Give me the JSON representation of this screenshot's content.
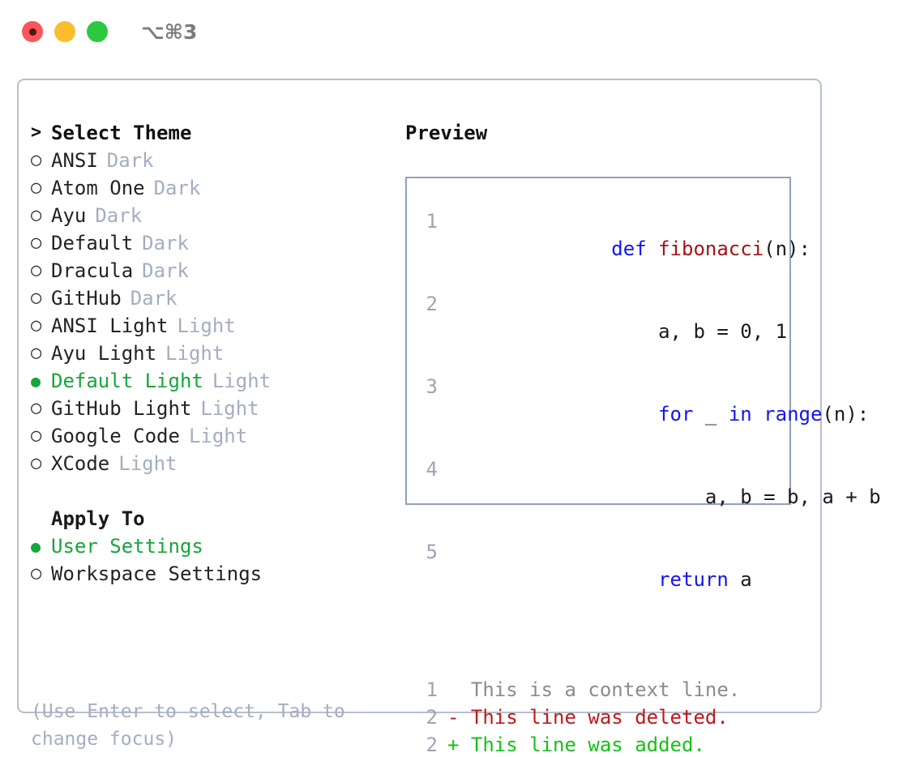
{
  "titlebar": {
    "shortcut": "⌥⌘3",
    "buttons": [
      {
        "name": "close",
        "color": "#f9555a"
      },
      {
        "name": "minimize",
        "color": "#fbbe2e"
      },
      {
        "name": "zoom",
        "color": "#2ac940"
      }
    ]
  },
  "theme_list": {
    "heading": "Select Theme",
    "heading_marker": ">",
    "marker_unselected": "○",
    "marker_selected": "●",
    "selected_color": "#16a63a",
    "tag_color": "#a3aec0",
    "items": [
      {
        "label": "ANSI",
        "tag": "Dark",
        "selected": false
      },
      {
        "label": "Atom One",
        "tag": "Dark",
        "selected": false
      },
      {
        "label": "Ayu",
        "tag": "Dark",
        "selected": false
      },
      {
        "label": "Default",
        "tag": "Dark",
        "selected": false
      },
      {
        "label": "Dracula",
        "tag": "Dark",
        "selected": false
      },
      {
        "label": "GitHub",
        "tag": "Dark",
        "selected": false
      },
      {
        "label": "ANSI Light",
        "tag": "Light",
        "selected": false
      },
      {
        "label": "Ayu Light",
        "tag": "Light",
        "selected": false
      },
      {
        "label": "Default Light",
        "tag": "Light",
        "selected": true
      },
      {
        "label": "GitHub Light",
        "tag": "Light",
        "selected": false
      },
      {
        "label": "Google Code",
        "tag": "Light",
        "selected": false
      },
      {
        "label": "XCode",
        "tag": "Light",
        "selected": false
      }
    ]
  },
  "apply_to": {
    "heading": "Apply To",
    "items": [
      {
        "label": "User Settings",
        "selected": true
      },
      {
        "label": "Workspace Settings",
        "selected": false
      }
    ]
  },
  "hint": "(Use Enter to select, Tab to change focus)",
  "preview": {
    "label": "Preview",
    "code_lines": [
      {
        "n": "1",
        "tokens": [
          {
            "t": "def",
            "c": "kw"
          },
          {
            "t": " ",
            "c": "pun"
          },
          {
            "t": "fibonacci",
            "c": "fn"
          },
          {
            "t": "(n):",
            "c": "pun"
          }
        ]
      },
      {
        "n": "2",
        "tokens": [
          {
            "t": "    a, b = 0, 1",
            "c": "pun"
          }
        ]
      },
      {
        "n": "3",
        "tokens": [
          {
            "t": "    ",
            "c": "pun"
          },
          {
            "t": "for",
            "c": "kw"
          },
          {
            "t": " _ ",
            "c": "pun"
          },
          {
            "t": "in",
            "c": "kw"
          },
          {
            "t": " ",
            "c": "pun"
          },
          {
            "t": "range",
            "c": "kw"
          },
          {
            "t": "(n):",
            "c": "pun"
          }
        ]
      },
      {
        "n": "4",
        "tokens": [
          {
            "t": "        a, b = b, a + b",
            "c": "pun"
          }
        ]
      },
      {
        "n": "5",
        "tokens": [
          {
            "t": "    ",
            "c": "pun"
          },
          {
            "t": "return",
            "c": "kw"
          },
          {
            "t": " a",
            "c": "pun"
          }
        ]
      }
    ],
    "diff_lines": [
      {
        "n": "1",
        "prefix": "  ",
        "text": "This is a context line.",
        "kind": "diff-ctx"
      },
      {
        "n": "2",
        "prefix": "- ",
        "text": "This line was deleted.",
        "kind": "diff-del"
      },
      {
        "n": "2",
        "prefix": "+ ",
        "text": "This line was added.",
        "kind": "diff-add"
      }
    ]
  }
}
